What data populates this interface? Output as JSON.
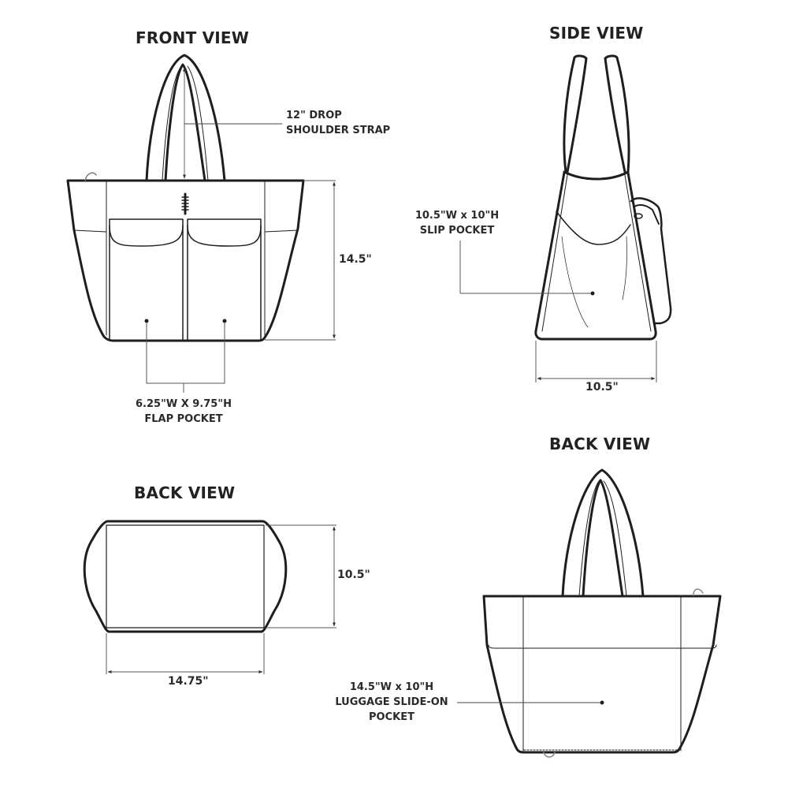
{
  "views": {
    "front": {
      "title": "FRONT VIEW",
      "strap_callout": [
        "12\" DROP",
        "SHOULDER STRAP"
      ],
      "height_dim": "14.5\"",
      "pocket_callout": [
        "6.25\"W X 9.75\"H",
        "FLAP POCKET"
      ]
    },
    "side": {
      "title": "SIDE VIEW",
      "pocket_callout": [
        "10.5\"W x 10\"H",
        "SLIP POCKET"
      ],
      "width_dim": "10.5\""
    },
    "bottom": {
      "title": "BACK VIEW",
      "height_dim": "10.5\"",
      "width_dim": "14.75\""
    },
    "back": {
      "title": "BACK VIEW",
      "pocket_callout": [
        "14.5\"W x 10\"H",
        "LUGGAGE SLIDE-ON",
        "POCKET"
      ]
    }
  },
  "colors": {
    "outline": "#1e1e1e",
    "thin_line": "#555555",
    "text": "#2a2a2a"
  }
}
